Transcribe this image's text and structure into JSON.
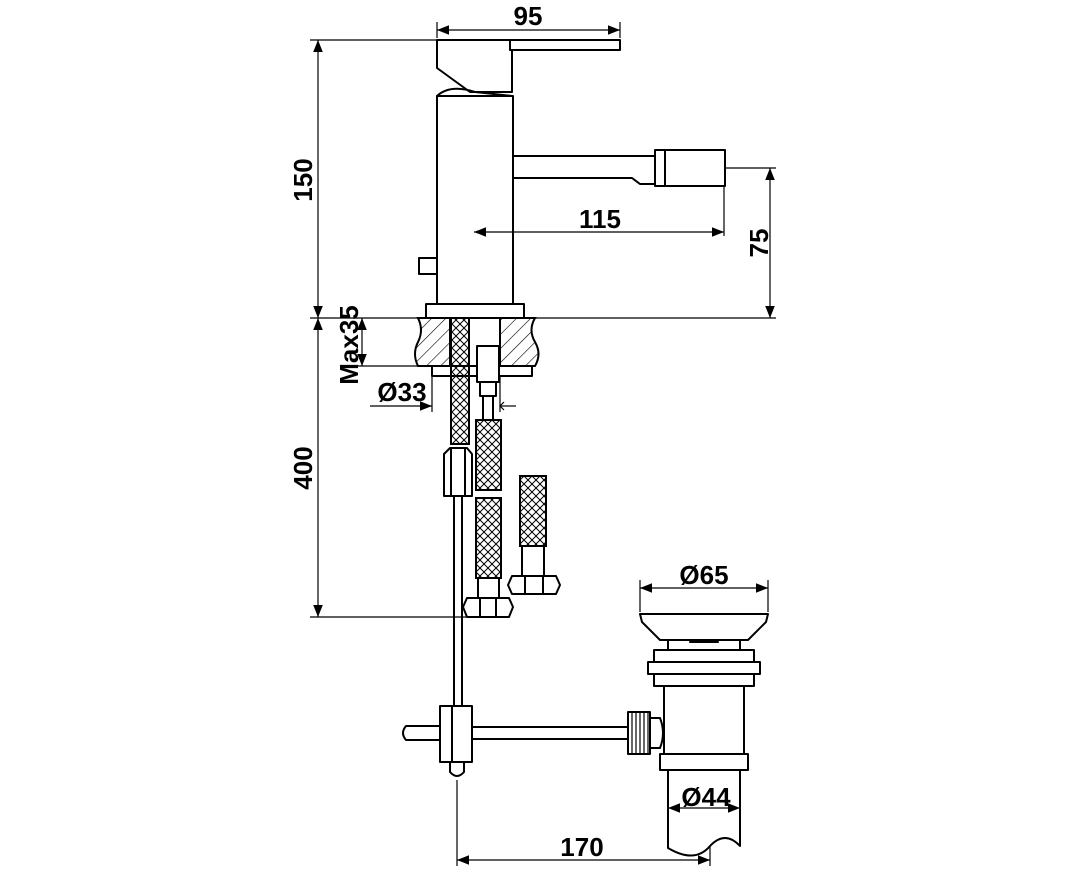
{
  "dimensions": {
    "width_top": "95",
    "height_total": "150",
    "spout_reach": "115",
    "spout_height": "75",
    "max_deck": "Max35",
    "hole_diameter": "Ø33",
    "hose_length": "400",
    "waste_top_diameter": "Ø65",
    "waste_bottom_diameter": "Ø44",
    "pop_up_length": "170"
  }
}
